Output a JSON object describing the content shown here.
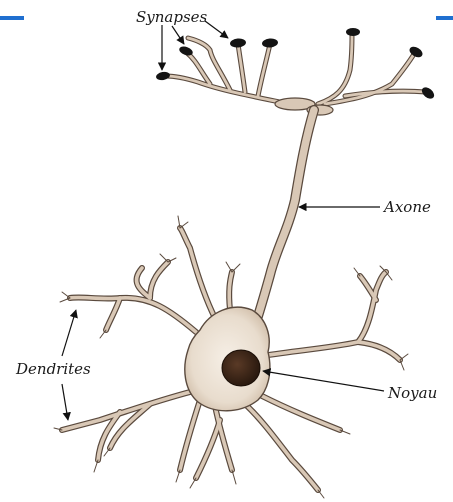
{
  "labels": {
    "synapses": "Synapses",
    "axon": "Axone",
    "dendrites": "Dendrites",
    "nucleus": "Noyau"
  },
  "colors": {
    "frame_accent": "#1f6fd0",
    "membrane": "#d9c8b6",
    "outline": "#5a4a3e",
    "nucleus": "#3a2417",
    "terminal": "#141414"
  }
}
